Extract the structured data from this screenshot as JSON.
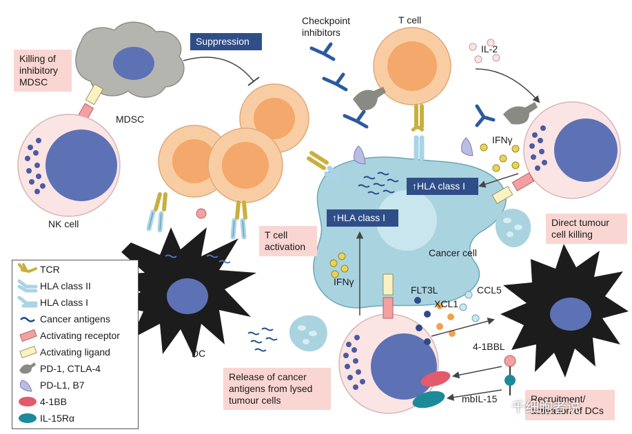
{
  "labels": {
    "killing_mdsc": "Killing of inhibitory MDSC",
    "mdsc": "MDSC",
    "suppression": "Suppression",
    "checkpoint": "Checkpoint inhibitors",
    "t_cell": "T cell",
    "il2": "IL-2",
    "nk_cell": "NK cell",
    "ifng_top": "IFNγ",
    "hla_class_i_right": "↑HLA class I",
    "hla_class_i_center": "↑HLA class I",
    "direct_killing": "Direct tumour cell killing",
    "t_cell_activation": "T cell activation",
    "cancer_cell": "Cancer cell",
    "ifng_left": "IFNγ",
    "flt3l": "FLT3L",
    "xcl1": "XCL1",
    "ccl5": "CCL5",
    "dc": "DC",
    "release": "Release of cancer antigens from lysed tumour cells",
    "bbl": "4-1BBL",
    "mbil15": "mbIL-15",
    "recruitment": "Recruitment/ activation of DCs",
    "watermark": "千细胞者说"
  },
  "legend": [
    {
      "label": "TCR",
      "icon": "tcr-icon"
    },
    {
      "label": "HLA class II",
      "icon": "hla-class-ii-icon"
    },
    {
      "label": "HLA class I",
      "icon": "hla-class-i-icon"
    },
    {
      "label": "Cancer antigens",
      "icon": "cancer-antigen-icon"
    },
    {
      "label": "Activating receptor",
      "icon": "activating-receptor-icon"
    },
    {
      "label": "Activating ligand",
      "icon": "activating-ligand-icon"
    },
    {
      "label": "PD-1, CTLA-4",
      "icon": "pd1-icon"
    },
    {
      "label": "PD-L1, B7",
      "icon": "pdl1-icon"
    },
    {
      "label": "4-1BB",
      "icon": "4-1bb-icon"
    },
    {
      "label": "IL-15Rα",
      "icon": "il15ra-icon"
    }
  ],
  "colors": {
    "t_cell": "#f8cda3",
    "t_cell_nucleus": "#f4a86b",
    "nk_cell": "#fbe4e4",
    "nucleus_blue": "#5d72b4",
    "cancer": "#a9d3df",
    "mdsc": "#b5b5b0",
    "dc": "#1c1c1c",
    "pink_box": "#f9d6d2",
    "navy_box": "#2f4e88"
  }
}
